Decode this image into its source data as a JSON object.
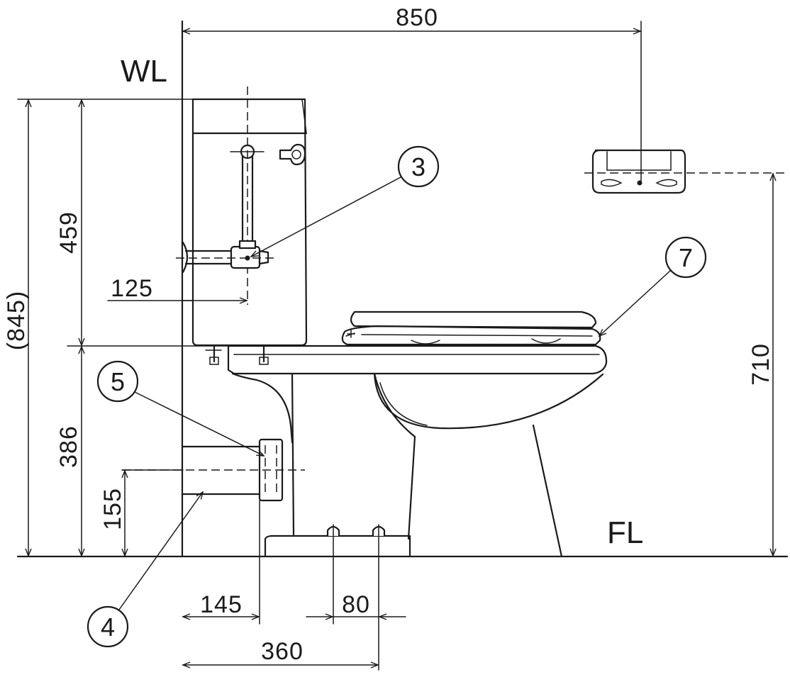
{
  "labels": {
    "wall": "WL",
    "floor": "FL"
  },
  "dimensions": {
    "overall_depth": "850",
    "total_height": "(845)",
    "tank_height": "459",
    "bowl_height": "386",
    "supply_height": "155",
    "supply_offset": "125",
    "paper_holder_height": "710",
    "drain_center": "145",
    "bolt_spacing": "80",
    "outlet_distance": "360"
  },
  "callouts": {
    "c3": "3",
    "c4": "4",
    "c5": "5",
    "c7": "7"
  }
}
